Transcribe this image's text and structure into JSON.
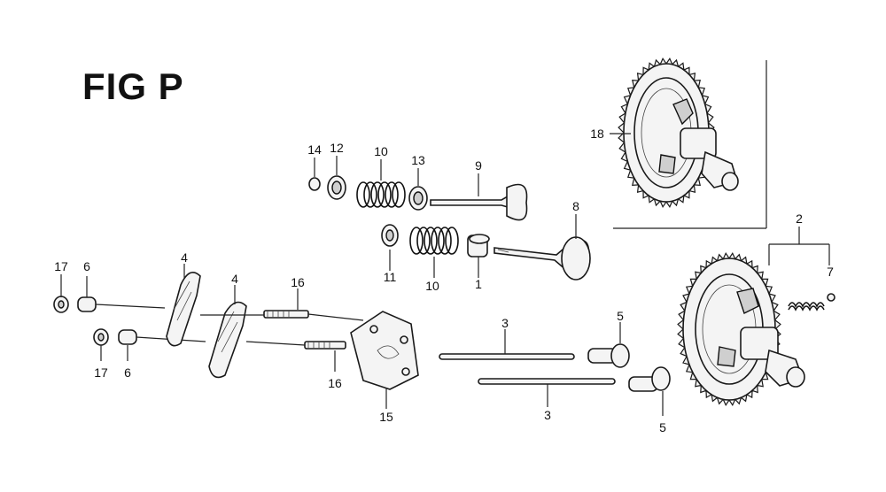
{
  "figure": {
    "title": "FIG P"
  },
  "callouts": {
    "p1": "1",
    "p2": "2",
    "p3a": "3",
    "p3b": "3",
    "p4a": "4",
    "p4b": "4",
    "p5a": "5",
    "p5b": "5",
    "p6a": "6",
    "p6b": "6",
    "p7": "7",
    "p8": "8",
    "p9": "9",
    "p10a": "10",
    "p10b": "10",
    "p11": "11",
    "p12": "12",
    "p13": "13",
    "p14": "14",
    "p15": "15",
    "p16a": "16",
    "p16b": "16",
    "p17a": "17",
    "p17b": "17",
    "p18": "18"
  }
}
